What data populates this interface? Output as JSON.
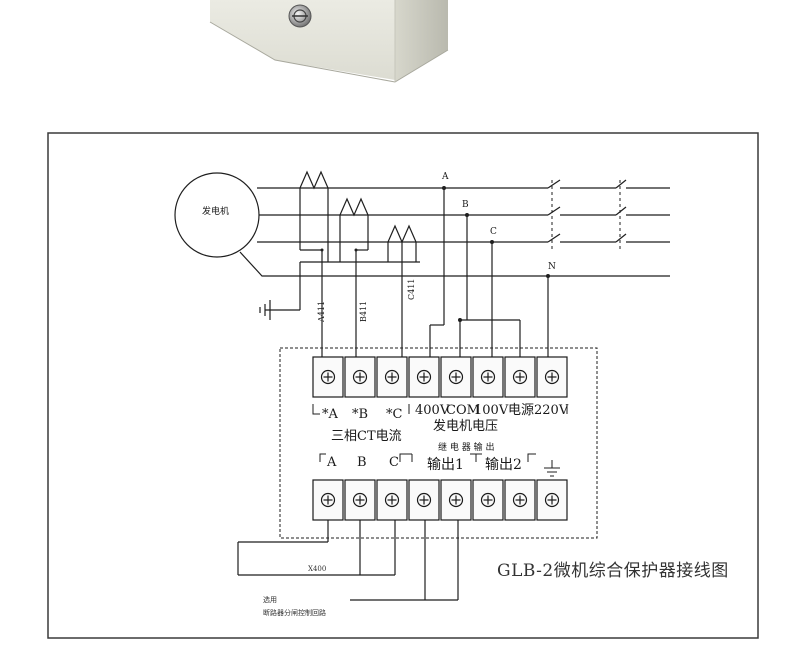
{
  "title": "GLB-2微机综合保护器接线图",
  "generator_label": "发电机",
  "phases": {
    "a": "A",
    "b": "B",
    "c": "C",
    "n": "N"
  },
  "ct_wires": [
    "A411",
    "B411",
    "C411"
  ],
  "top_terminal_labels": {
    "a": "*A",
    "b": "*B",
    "c": "*C",
    "v400": "400V",
    "com": "COM",
    "v100": "100V",
    "power": "电源220V"
  },
  "group_labels": {
    "ct_current": "三相CT电流",
    "gen_voltage": "发电机电压",
    "relay_output": "继 电 器 输 出"
  },
  "bottom_terminal_labels": {
    "a": "A",
    "b": "B",
    "c": "C",
    "out1": "输出1",
    "out2": "输出2"
  },
  "wire_x400": "X400",
  "note_line1": "选用",
  "note_line2": "断路器分闸控制回路"
}
